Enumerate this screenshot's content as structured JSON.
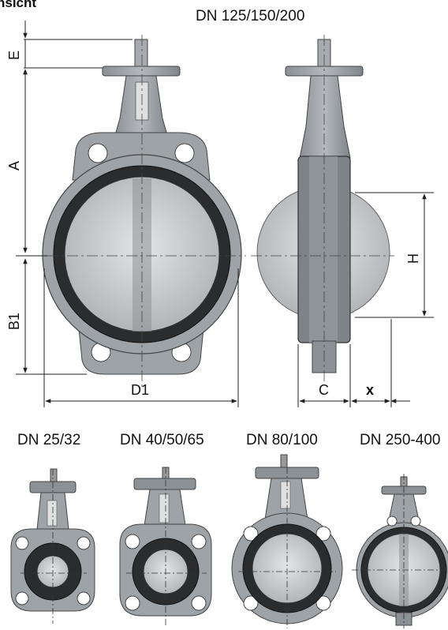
{
  "header": {
    "partial_title": "nsicht"
  },
  "main_view": {
    "title": "DN 125/150/200",
    "dimensions": {
      "E": "E",
      "A": "A",
      "B1": "B1",
      "D1": "D1",
      "C": "C",
      "H": "H",
      "x": "x"
    }
  },
  "variants": [
    {
      "label": "DN 25/32"
    },
    {
      "label": "DN 40/50/65"
    },
    {
      "label": "DN 80/100"
    },
    {
      "label": "DN 250-400"
    }
  ],
  "colors": {
    "body_metal": "#9ea3a8",
    "body_dark": "#6f757b",
    "seat_liner": "#2a2c2e",
    "disc": "#c9cbcd",
    "dimension_line": "#222222"
  }
}
